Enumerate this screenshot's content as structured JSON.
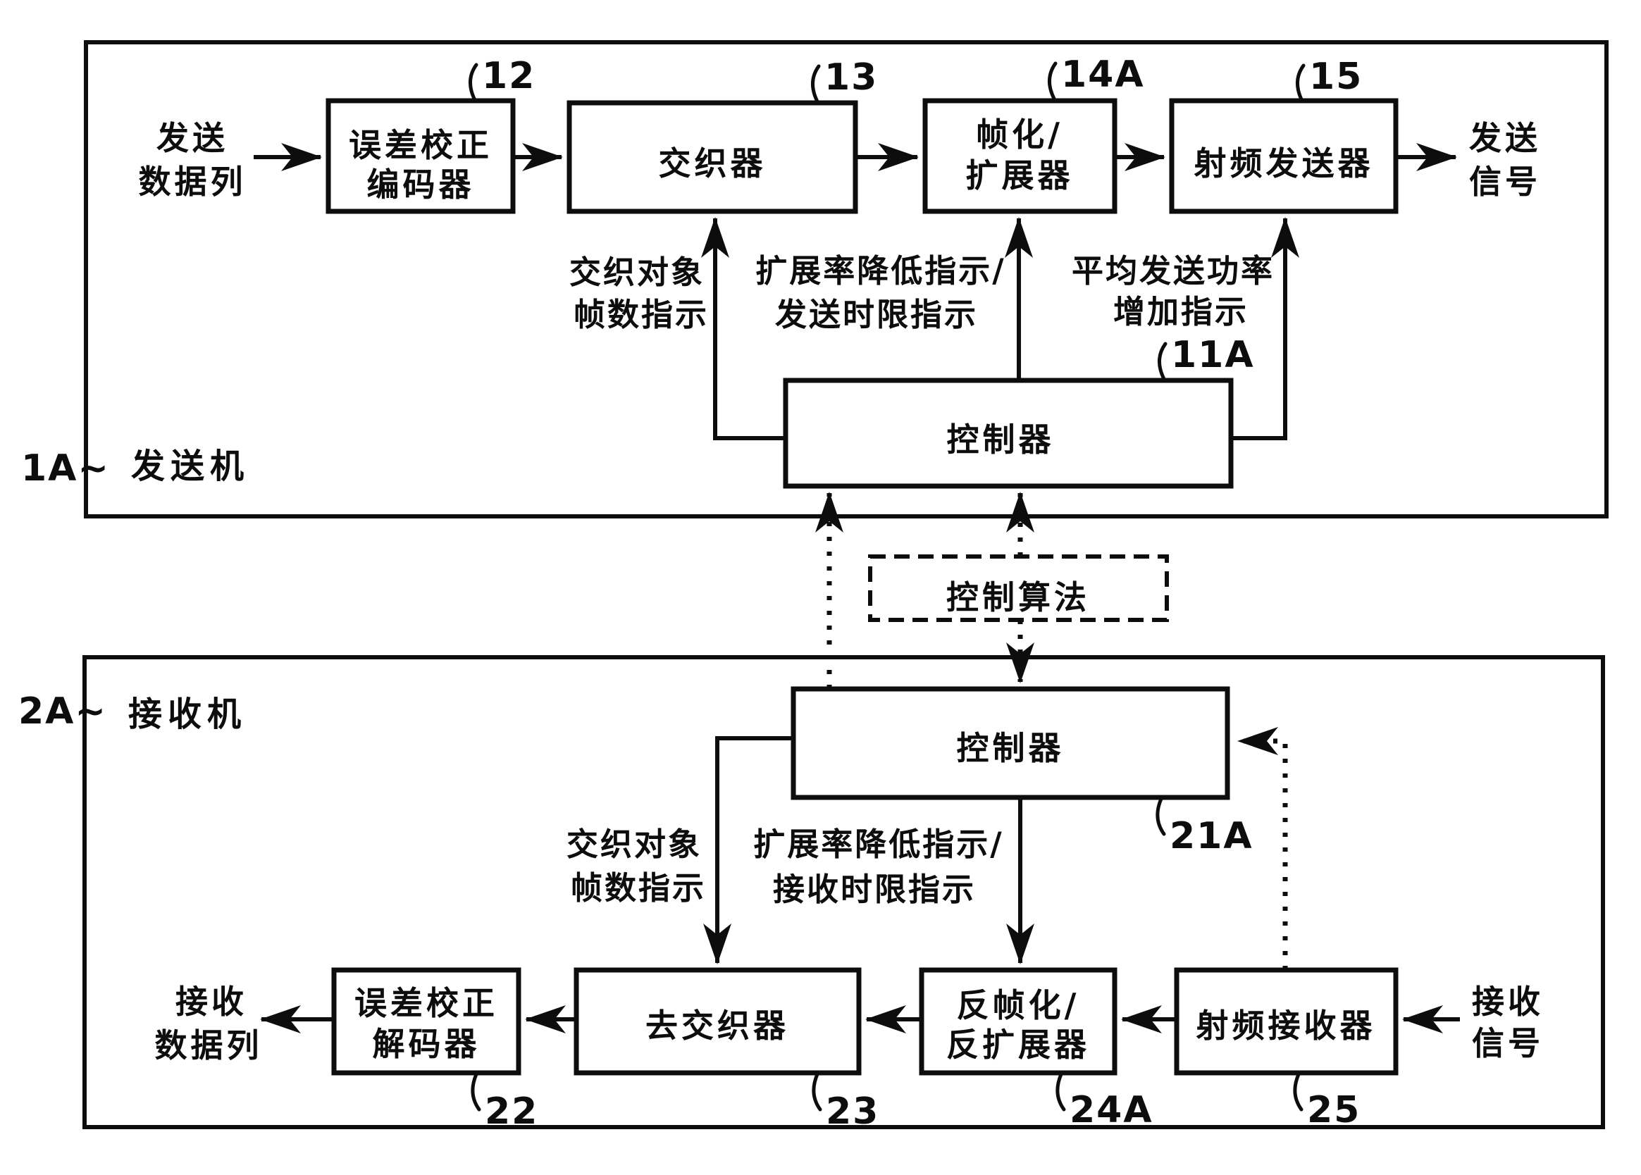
{
  "colors": {
    "ink": "#0d0d0d",
    "paper": "#ffffff"
  },
  "transmitter": {
    "ref_label": "1A~",
    "name": "发送机",
    "input_line1": "发送",
    "input_line2": "数据列",
    "output_line1": "发送",
    "output_line2": "信号",
    "blocks": {
      "encoder": {
        "ref": "12",
        "line1": "误差校正",
        "line2": "编码器"
      },
      "interleaver": {
        "ref": "13",
        "line1": "交织器"
      },
      "framer": {
        "ref": "14A",
        "line1": "帧化/",
        "line2": "扩展器"
      },
      "rf_tx": {
        "ref": "15",
        "line1": "射频发送器"
      }
    },
    "controller": {
      "ref": "11A",
      "label": "控制器"
    },
    "ann_interleave_line1": "交织对象",
    "ann_interleave_line2": "帧数指示",
    "ann_spread_line1": "扩展率降低指示/",
    "ann_spread_line2": "发送时限指示",
    "ann_power_line1": "平均发送功率",
    "ann_power_line2": "增加指示"
  },
  "algorithm": {
    "label": "控制算法"
  },
  "receiver": {
    "ref_label": "2A~",
    "name": "接收机",
    "input_line1": "接收",
    "input_line2": "信号",
    "output_line1": "接收",
    "output_line2": "数据列",
    "blocks": {
      "decoder": {
        "ref": "22",
        "line1": "误差校正",
        "line2": "解码器"
      },
      "deinterleaver": {
        "ref": "23",
        "line1": "去交织器"
      },
      "deframer": {
        "ref": "24A",
        "line1": "反帧化/",
        "line2": "反扩展器"
      },
      "rf_rx": {
        "ref": "25",
        "line1": "射频接收器"
      }
    },
    "controller": {
      "ref": "21A",
      "label": "控制器"
    },
    "ann_interleave_line1": "交织对象",
    "ann_interleave_line2": "帧数指示",
    "ann_spread_line1": "扩展率降低指示/",
    "ann_spread_line2": "接收时限指示"
  }
}
